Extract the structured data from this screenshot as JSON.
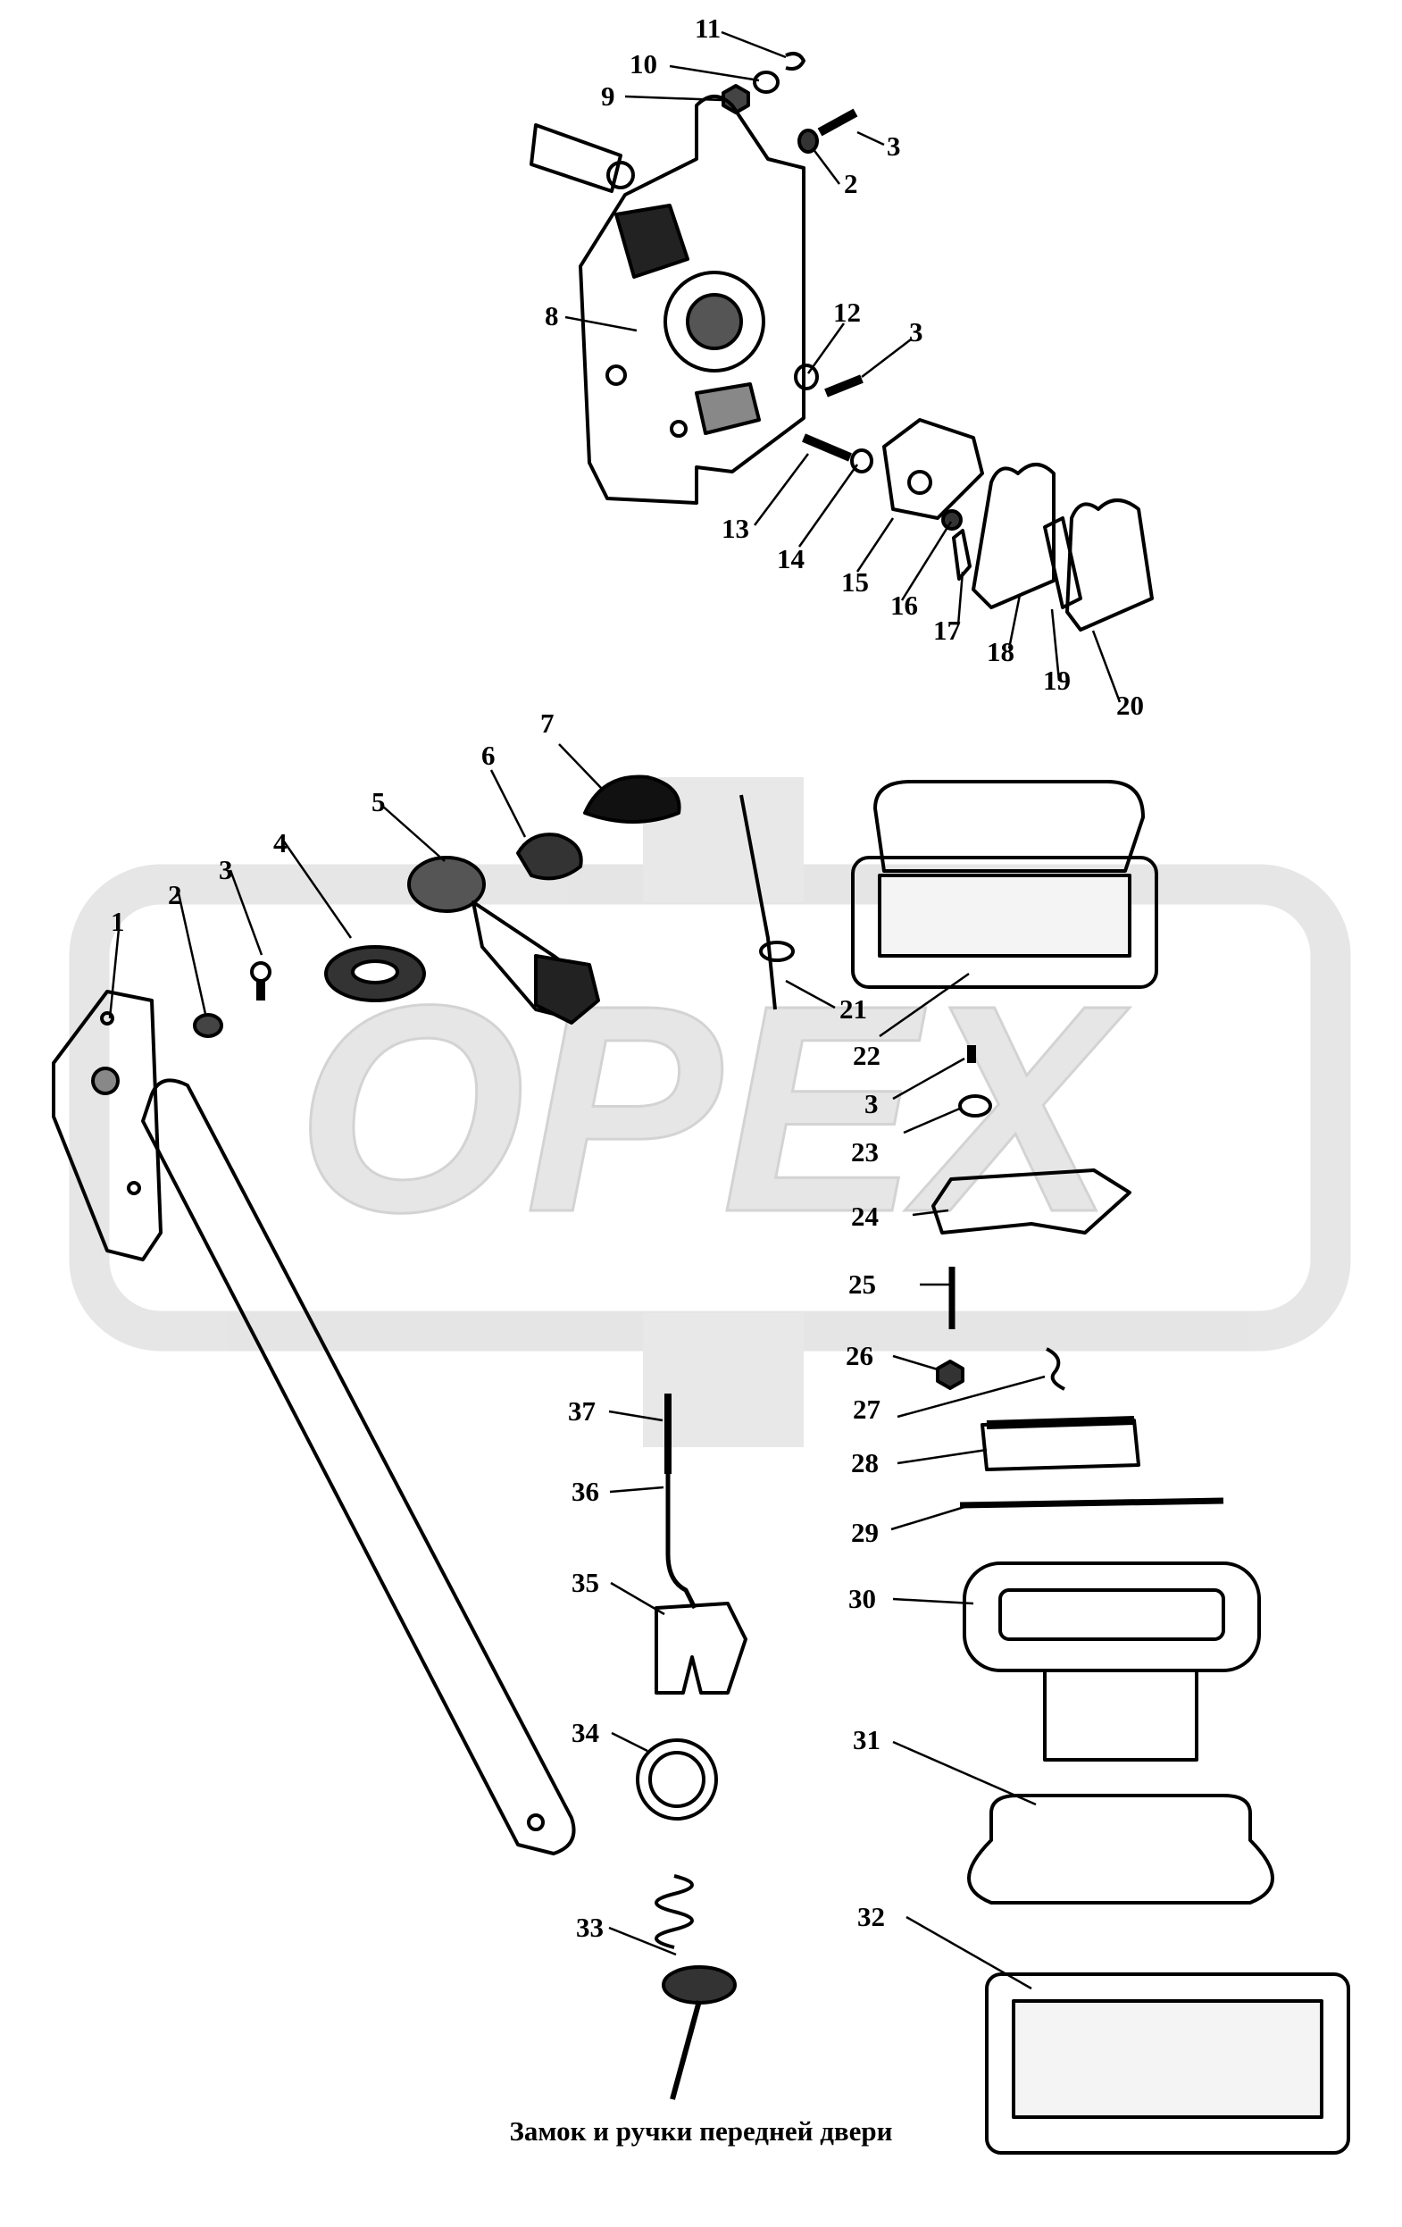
{
  "caption": "Замок и ручки передней двери",
  "watermark": {
    "text": "OPEX",
    "color": "#e6e6e6"
  },
  "colors": {
    "line": "#000000",
    "background": "#ffffff"
  },
  "callouts": [
    {
      "id": "11",
      "text": "11"
    },
    {
      "id": "10",
      "text": "10"
    },
    {
      "id": "9",
      "text": "9"
    },
    {
      "id": "3a",
      "text": "3"
    },
    {
      "id": "2a",
      "text": "2"
    },
    {
      "id": "8",
      "text": "8"
    },
    {
      "id": "12",
      "text": "12"
    },
    {
      "id": "3b",
      "text": "3"
    },
    {
      "id": "13",
      "text": "13"
    },
    {
      "id": "14",
      "text": "14"
    },
    {
      "id": "15",
      "text": "15"
    },
    {
      "id": "16",
      "text": "16"
    },
    {
      "id": "17",
      "text": "17"
    },
    {
      "id": "18",
      "text": "18"
    },
    {
      "id": "19",
      "text": "19"
    },
    {
      "id": "20",
      "text": "20"
    },
    {
      "id": "7",
      "text": "7"
    },
    {
      "id": "6",
      "text": "6"
    },
    {
      "id": "5",
      "text": "5"
    },
    {
      "id": "4",
      "text": "4"
    },
    {
      "id": "3c",
      "text": "3"
    },
    {
      "id": "2b",
      "text": "2"
    },
    {
      "id": "1",
      "text": "1"
    },
    {
      "id": "21",
      "text": "21"
    },
    {
      "id": "22",
      "text": "22"
    },
    {
      "id": "3d",
      "text": "3"
    },
    {
      "id": "23",
      "text": "23"
    },
    {
      "id": "24",
      "text": "24"
    },
    {
      "id": "25",
      "text": "25"
    },
    {
      "id": "26",
      "text": "26"
    },
    {
      "id": "27",
      "text": "27"
    },
    {
      "id": "28",
      "text": "28"
    },
    {
      "id": "29",
      "text": "29"
    },
    {
      "id": "30",
      "text": "30"
    },
    {
      "id": "31",
      "text": "31"
    },
    {
      "id": "32",
      "text": "32"
    },
    {
      "id": "33",
      "text": "33"
    },
    {
      "id": "34",
      "text": "34"
    },
    {
      "id": "35",
      "text": "35"
    },
    {
      "id": "36",
      "text": "36"
    },
    {
      "id": "37",
      "text": "37"
    }
  ]
}
